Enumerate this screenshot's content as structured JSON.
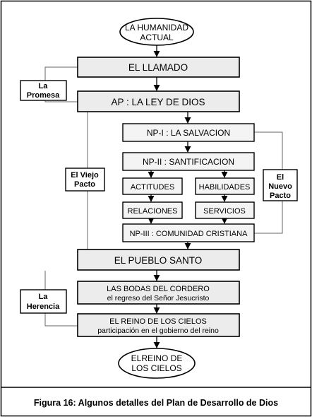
{
  "nodes": {
    "start_1": "LA HUMANIDAD",
    "start_2": "ACTUAL",
    "llamado": "EL LLAMADO",
    "ap": "AP : LA LEY DE DIOS",
    "np1": "NP-I : LA SALVACION",
    "np2": "NP-II : SANTIFICACION",
    "actitudes": "ACTITUDES",
    "habilidades": "HABILIDADES",
    "relaciones": "RELACIONES",
    "servicios": "SERVICIOS",
    "np3": "NP-III : COMUNIDAD CRISTIANA",
    "pueblo": "EL PUEBLO SANTO",
    "bodas_1": "LAS BODAS DEL CORDERO",
    "bodas_2": "el regreso del Señor Jesucristo",
    "reino_1": "EL REINO DE LOS CIELOS",
    "reino_2": "participación en el gobierno del reino",
    "end_1": "ELREINO DE",
    "end_2": "LOS CIELOS"
  },
  "side_labels": {
    "promesa_1": "La",
    "promesa_2": "Promesa",
    "viejo_1": "El Viejo",
    "viejo_2": "Pacto",
    "nuevo_1": "El",
    "nuevo_2": "Nuevo",
    "nuevo_3": "Pacto",
    "herencia_1": "La",
    "herencia_2": "Herencia"
  },
  "caption": "Figura 16: Algunos detalles del Plan de Desarrollo de Dios"
}
